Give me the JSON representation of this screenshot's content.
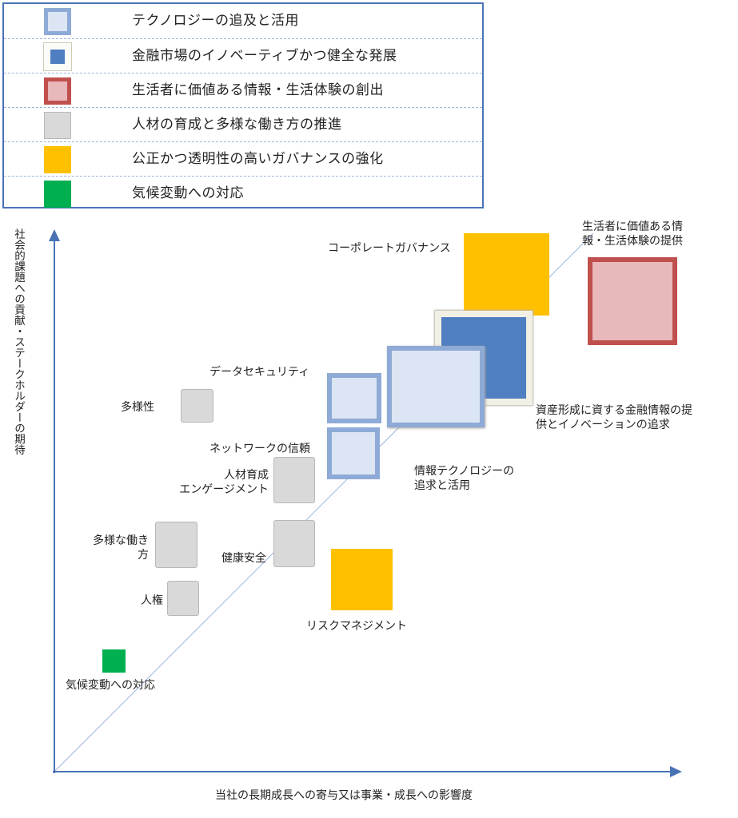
{
  "legend": [
    {
      "label": "テクノロジーの追及と活用",
      "icon": "light-blue-square"
    },
    {
      "label": "金融市場のイノベーティブかつ健全な発展",
      "icon": "blue-square"
    },
    {
      "label": "生活者に価値ある情報・生活体験の創出",
      "icon": "pink-red-square"
    },
    {
      "label": "人材の育成と多様な働き方の推進",
      "icon": "gray-square"
    },
    {
      "label": "公正かつ透明性の高いガバナンスの強化",
      "icon": "yellow-square"
    },
    {
      "label": "気候変動への対応",
      "icon": "green-square"
    }
  ],
  "colors": {
    "tech_fill": "#dbe5f3",
    "tech_border": "#8eaad6",
    "finance_fill": "#4f7fc0",
    "finance_border": "#e8e4d6",
    "consumer_fill": "#e8b8bb",
    "consumer_border": "#c0504d",
    "people_fill": "#d9d9d9",
    "people_border": "#b8b8b8",
    "gov_fill": "#ffc000",
    "climate_fill": "#00b050",
    "axis": "#4a73b5"
  },
  "axes": {
    "y_label": "社会的課題への貢献・ステークホルダーの期待",
    "x_label": "当社の長期成長への寄与又は事業・成長への影響度"
  },
  "items": {
    "corporate_governance": "コーポレートガバナンス",
    "consumer_value_1": "生活者に価値ある情",
    "consumer_value_2": "報・生活体験の提供",
    "data_security": "データセキュリティ",
    "diversity": "多様性",
    "network_trust": "ネットワークの信頼",
    "talent_1": "人材育成",
    "talent_2": "エンゲージメント",
    "finance_1": "資産形成に資する金融情報の提",
    "finance_2": "供とイノベーションの追求",
    "tech_1": "情報テクノロジーの",
    "tech_2": "追求と活用",
    "work_style_1": "多様な働き",
    "work_style_2": "方",
    "health_safety": "健康安全",
    "human_rights": "人権",
    "risk_management": "リスクマネジメント",
    "climate": "気候変動への対応"
  }
}
